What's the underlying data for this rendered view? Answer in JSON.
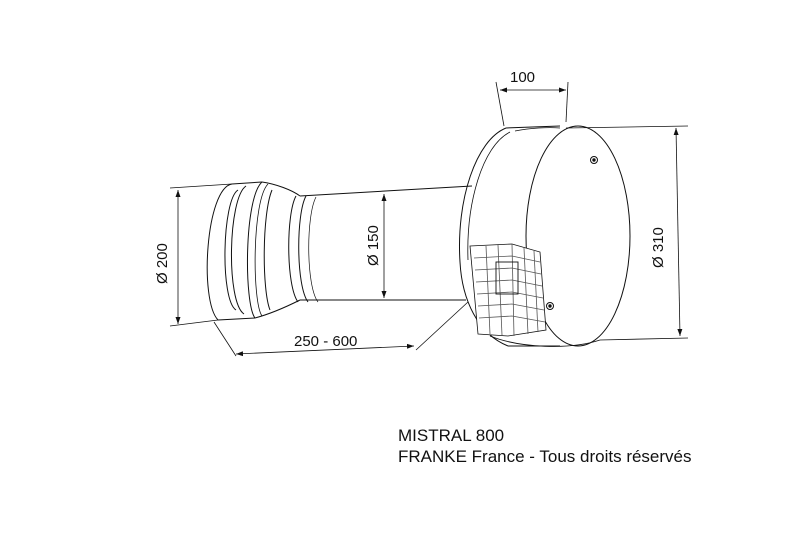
{
  "product": {
    "name": "MISTRAL 800",
    "copyright": "FRANKE France - Tous droits réservés"
  },
  "dimensions": {
    "depth_top": "100",
    "diameter_outer": "Ø 310",
    "diameter_duct": "Ø 150",
    "diameter_collar": "Ø 200",
    "length_range": "250 - 600"
  },
  "colors": {
    "line": "#111111",
    "grille": "#555555",
    "background": "#ffffff"
  }
}
